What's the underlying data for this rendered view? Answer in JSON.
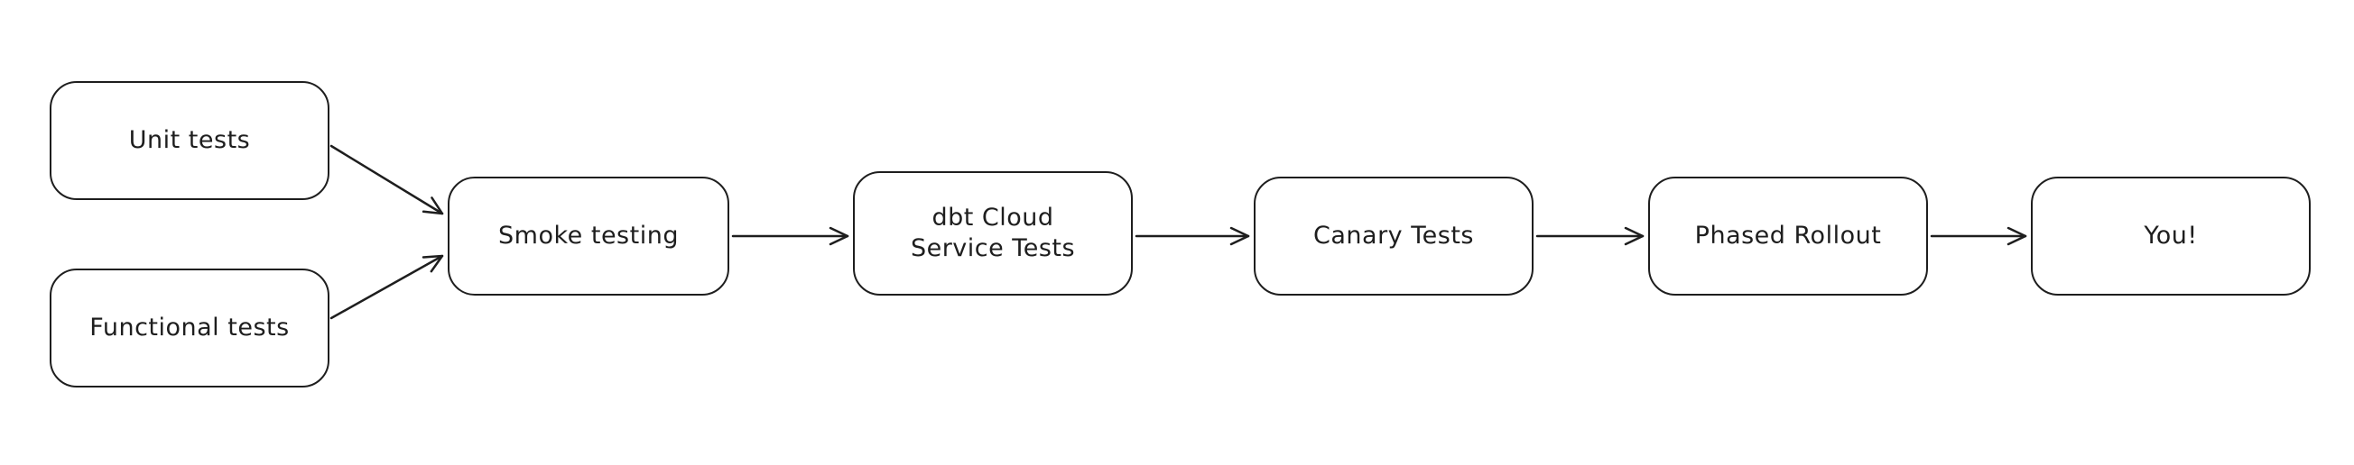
{
  "diagram": {
    "title": "Testing rollout pipeline flowchart",
    "background_color": "#ffffff",
    "stroke_color": "#1e1e1e",
    "nodes": [
      {
        "id": "unit-tests",
        "label": "Unit tests"
      },
      {
        "id": "functional-tests",
        "label": "Functional tests"
      },
      {
        "id": "smoke-testing",
        "label": "Smoke testing"
      },
      {
        "id": "dbt-cloud-service-tests",
        "label": "dbt Cloud\nService Tests"
      },
      {
        "id": "canary-tests",
        "label": "Canary Tests"
      },
      {
        "id": "phased-rollout",
        "label": "Phased Rollout"
      },
      {
        "id": "you",
        "label": "You!"
      }
    ],
    "edges": [
      {
        "from": "unit-tests",
        "to": "smoke-testing"
      },
      {
        "from": "functional-tests",
        "to": "smoke-testing"
      },
      {
        "from": "smoke-testing",
        "to": "dbt-cloud-service-tests"
      },
      {
        "from": "dbt-cloud-service-tests",
        "to": "canary-tests"
      },
      {
        "from": "canary-tests",
        "to": "phased-rollout"
      },
      {
        "from": "phased-rollout",
        "to": "you"
      }
    ]
  }
}
